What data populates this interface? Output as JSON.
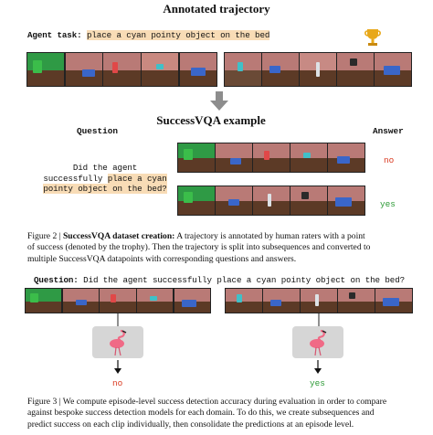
{
  "top_title": "Annotated trajectory",
  "agent_task": {
    "label": "Agent task:",
    "text": "place a cyan pointy object on the bed"
  },
  "success_title": "SuccessVQA example",
  "headers": {
    "question": "Question",
    "answer": "Answer"
  },
  "question_lines": [
    "Did the agent",
    "successfully",
    "place a cyan",
    "pointy object on the bed?"
  ],
  "answers": {
    "first": "no",
    "second": "yes"
  },
  "figure2": {
    "label": "Figure 2 |",
    "bold": "SuccessVQA dataset creation:",
    "line1_rest": " A trajectory is annotated by human raters with a point",
    "line2": "of success (denoted by the trophy). Then the trajectory is split into subsequences and converted to",
    "line3": "multiple SuccessVQA datapoints with corresponding questions and answers."
  },
  "figure3_question": {
    "label": "Question:",
    "text": "Did the agent successfully place a cyan pointy object on the bed?"
  },
  "figure3_answers": {
    "left": "no",
    "right": "yes"
  },
  "figure3": {
    "line1": "Figure 3 | We compute episode-level success detection accuracy during evaluation in order to compare",
    "line2": "against bespoke success detection models for each domain. To do this, we create subsequences and",
    "line3": "predict success on each clip individually, then consolidate the predictions at an episode level."
  },
  "icons": {
    "trophy": "trophy-icon",
    "flamingo": "flamingo-icon",
    "down_arrow": "down-arrow-icon"
  },
  "colors": {
    "highlight": "#f8dcb6",
    "no": "#d9371d",
    "yes": "#2c9a35",
    "trophy": "#e8a81a"
  }
}
